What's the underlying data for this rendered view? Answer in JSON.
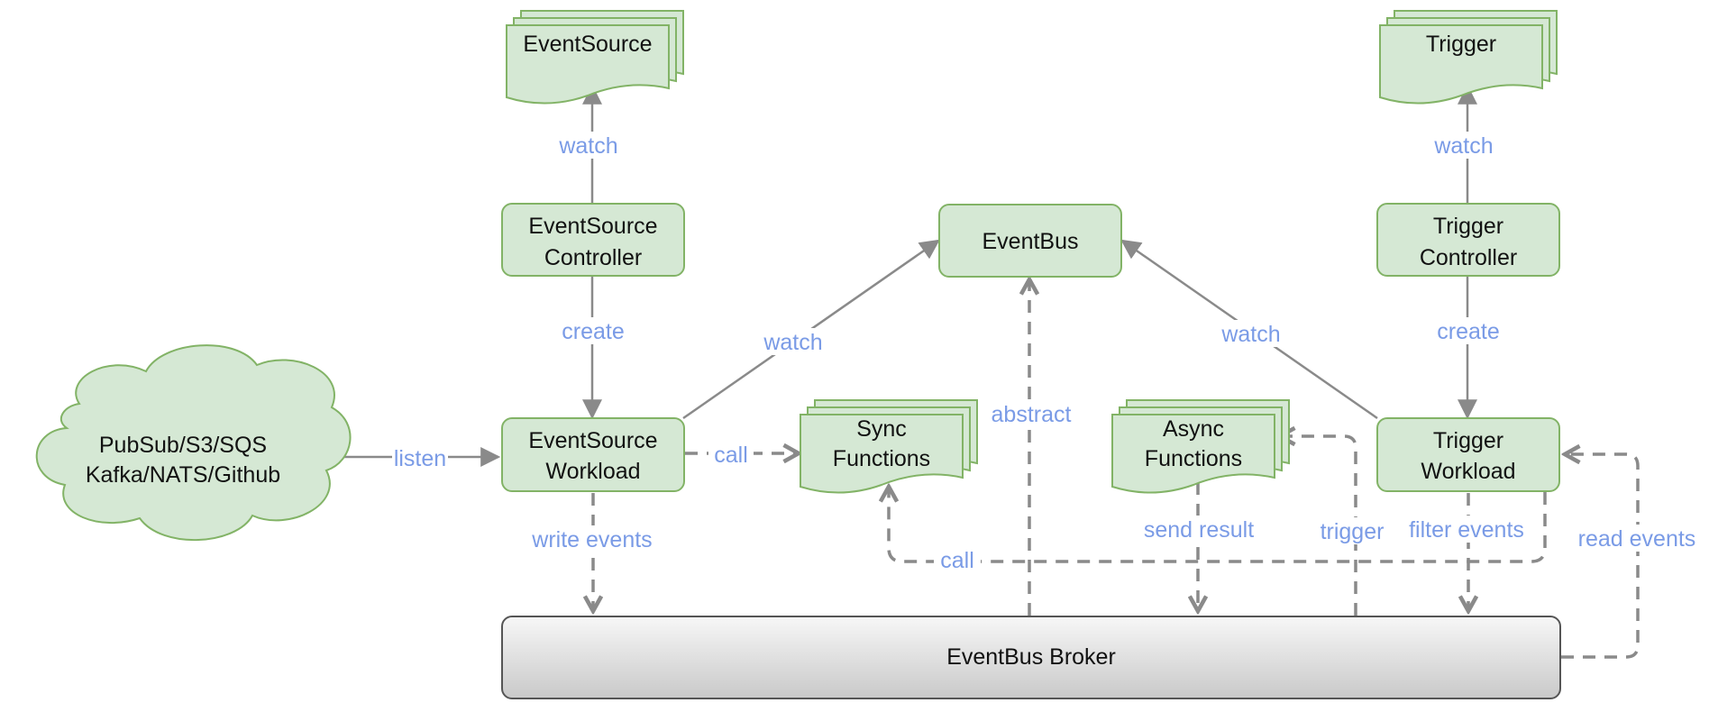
{
  "colors": {
    "node_fill": "#d5e8d4",
    "node_stroke": "#82b366",
    "edge_line": "#8a8a8a",
    "edge_label": "#7a9be6",
    "broker_fill_top": "#f7f7f7",
    "broker_fill_bottom": "#c9c9c9"
  },
  "nodes": {
    "eventsource": {
      "label": "EventSource"
    },
    "trigger": {
      "label": "Trigger"
    },
    "eventsource_controller": {
      "line1": "EventSource",
      "line2": "Controller"
    },
    "eventbus": {
      "label": "EventBus"
    },
    "trigger_controller": {
      "line1": "Trigger",
      "line2": "Controller"
    },
    "external_sources": {
      "line1": "PubSub/S3/SQS",
      "line2": "Kafka/NATS/Github"
    },
    "eventsource_workload": {
      "line1": "EventSource",
      "line2": "Workload"
    },
    "sync_functions": {
      "line1": "Sync",
      "line2": "Functions"
    },
    "async_functions": {
      "line1": "Async",
      "line2": "Functions"
    },
    "trigger_workload": {
      "line1": "Trigger",
      "line2": "Workload"
    },
    "eventbus_broker": {
      "label": "EventBus Broker"
    }
  },
  "edges": {
    "es_watch": "watch",
    "tr_watch": "watch",
    "es_create": "create",
    "tr_create": "create",
    "esw_watch_bus": "watch",
    "trw_watch_bus": "watch",
    "abstract": "abstract",
    "listen": "listen",
    "call_sync": "call",
    "write_events": "write events",
    "send_result": "send result",
    "trigger": "trigger",
    "filter_events": "filter events",
    "read_events": "read events",
    "call_back": "call"
  }
}
